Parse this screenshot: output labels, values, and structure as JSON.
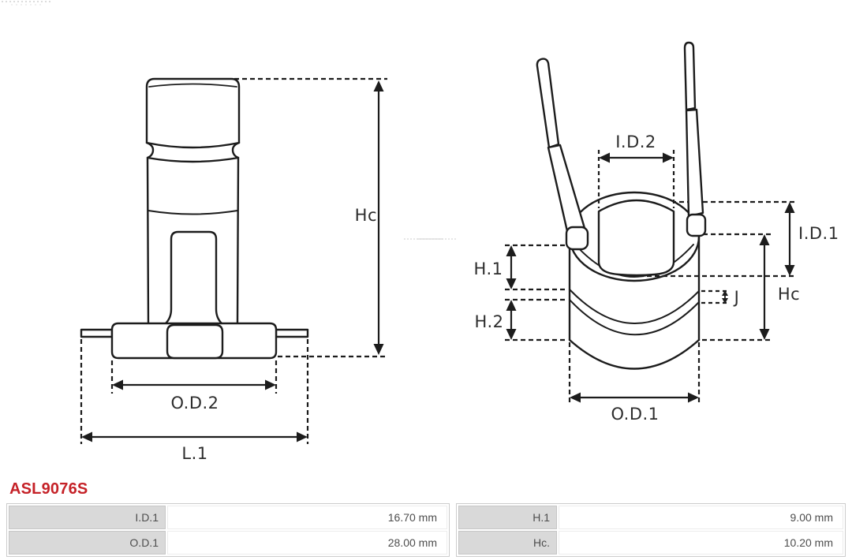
{
  "part": {
    "number": "ASL9076S"
  },
  "diagram": {
    "side_view": {
      "labels": {
        "hc": "Hc",
        "od2": "O.D.2",
        "l1": "L.1"
      }
    },
    "top_view": {
      "labels": {
        "id2": "I.D.2",
        "id1": "I.D.1",
        "h1": "H.1",
        "h2": "H.2",
        "j": "J",
        "hc": "Hc",
        "od1": "O.D.1"
      }
    }
  },
  "spec_table": {
    "rows": [
      {
        "label_left": "I.D.1",
        "value_left": "16.70 mm",
        "label_right": "H.1",
        "value_right": "9.00 mm"
      },
      {
        "label_left": "O.D.1",
        "value_left": "28.00 mm",
        "label_right": "Hc.",
        "value_right": "10.20 mm"
      }
    ]
  },
  "colors": {
    "accent_red": "#c52127",
    "drawing_line": "#1c1c1c",
    "table_label_bg": "#d9d9d9",
    "table_border": "#cccccc",
    "table_text": "#4d4d4d"
  }
}
